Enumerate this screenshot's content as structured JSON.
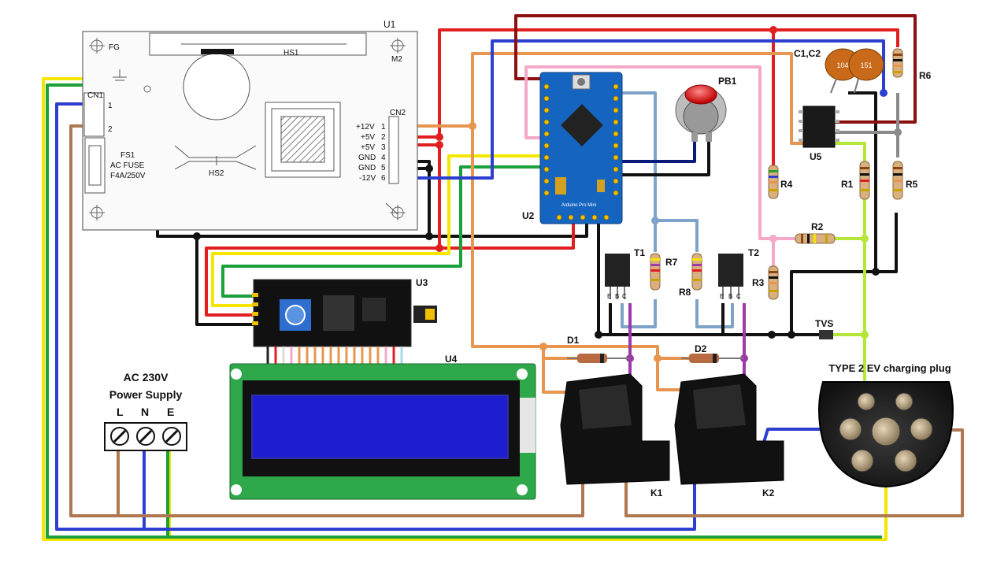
{
  "psu": {
    "ref": "U1",
    "fg": "FG",
    "m2": "M2",
    "hs1": "HS1",
    "hs2": "HS2",
    "cn1": "CN1",
    "cn1_pin1": "1",
    "cn1_pin2": "2",
    "fuse_ref": "FS1",
    "fuse_line1": "AC FUSE",
    "fuse_line2": "F4A/250V",
    "cn2": "CN2",
    "cn2_pins": [
      {
        "label": "+12V",
        "num": "1"
      },
      {
        "label": "+5V",
        "num": "2"
      },
      {
        "label": "+5V",
        "num": "3"
      },
      {
        "label": "GND",
        "num": "4"
      },
      {
        "label": "GND",
        "num": "5"
      },
      {
        "label": "-12V",
        "num": "6"
      }
    ]
  },
  "arduino": {
    "ref": "U2",
    "board_text": "Arduino Pro Mini"
  },
  "i2c": {
    "ref": "U3"
  },
  "lcd": {
    "ref": "U4"
  },
  "button": {
    "ref": "PB1"
  },
  "opamp": {
    "ref": "U5"
  },
  "caps": {
    "ref": "C1,C2",
    "c1_code": "104",
    "c2_code": "151"
  },
  "resistors": {
    "r1": "R1",
    "r2": "R2",
    "r3": "R3",
    "r4": "R4",
    "r5": "R5",
    "r6": "R6",
    "r7": "R7",
    "r8": "R8"
  },
  "transistors": {
    "t1": "T1",
    "t2": "T2",
    "e": "E",
    "b": "B",
    "c": "C"
  },
  "diodes": {
    "d1": "D1",
    "d2": "D2",
    "tvs": "TVS"
  },
  "relays": {
    "k1": "K1",
    "k2": "K2"
  },
  "power": {
    "title_line1": "AC 230V",
    "title_line2": "Power Supply",
    "l": "L",
    "n": "N",
    "e": "E"
  },
  "plug": {
    "title": "TYPE 2  EV charging plug"
  },
  "colors": {
    "red": "#e02020",
    "blue": "#2d3fcf",
    "yellow": "#f5e600",
    "green": "#1aa13a",
    "brown": "#b07850",
    "orange": "#e8964f",
    "black": "#111111",
    "dark_red": "#8b1010",
    "lime": "#b5e63a",
    "pink": "#f4a9c8",
    "steel": "#7fa3c8",
    "purple": "#9b3aa8",
    "navy": "#0a1a7a",
    "gray": "#8a8a8a",
    "arduino_blue": "#1565c0"
  }
}
